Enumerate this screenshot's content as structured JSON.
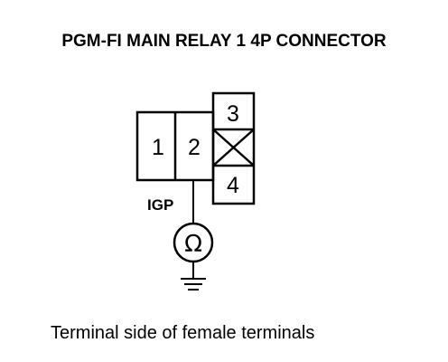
{
  "title": "PGM-FI MAIN RELAY 1 4P CONNECTOR",
  "connector": {
    "pins": [
      {
        "number": "1"
      },
      {
        "number": "2"
      },
      {
        "number": "3"
      },
      {
        "number": "4"
      }
    ],
    "probe_label": "IGP"
  },
  "meter": {
    "symbol": "Ω"
  },
  "caption": "Terminal side of female terminals"
}
